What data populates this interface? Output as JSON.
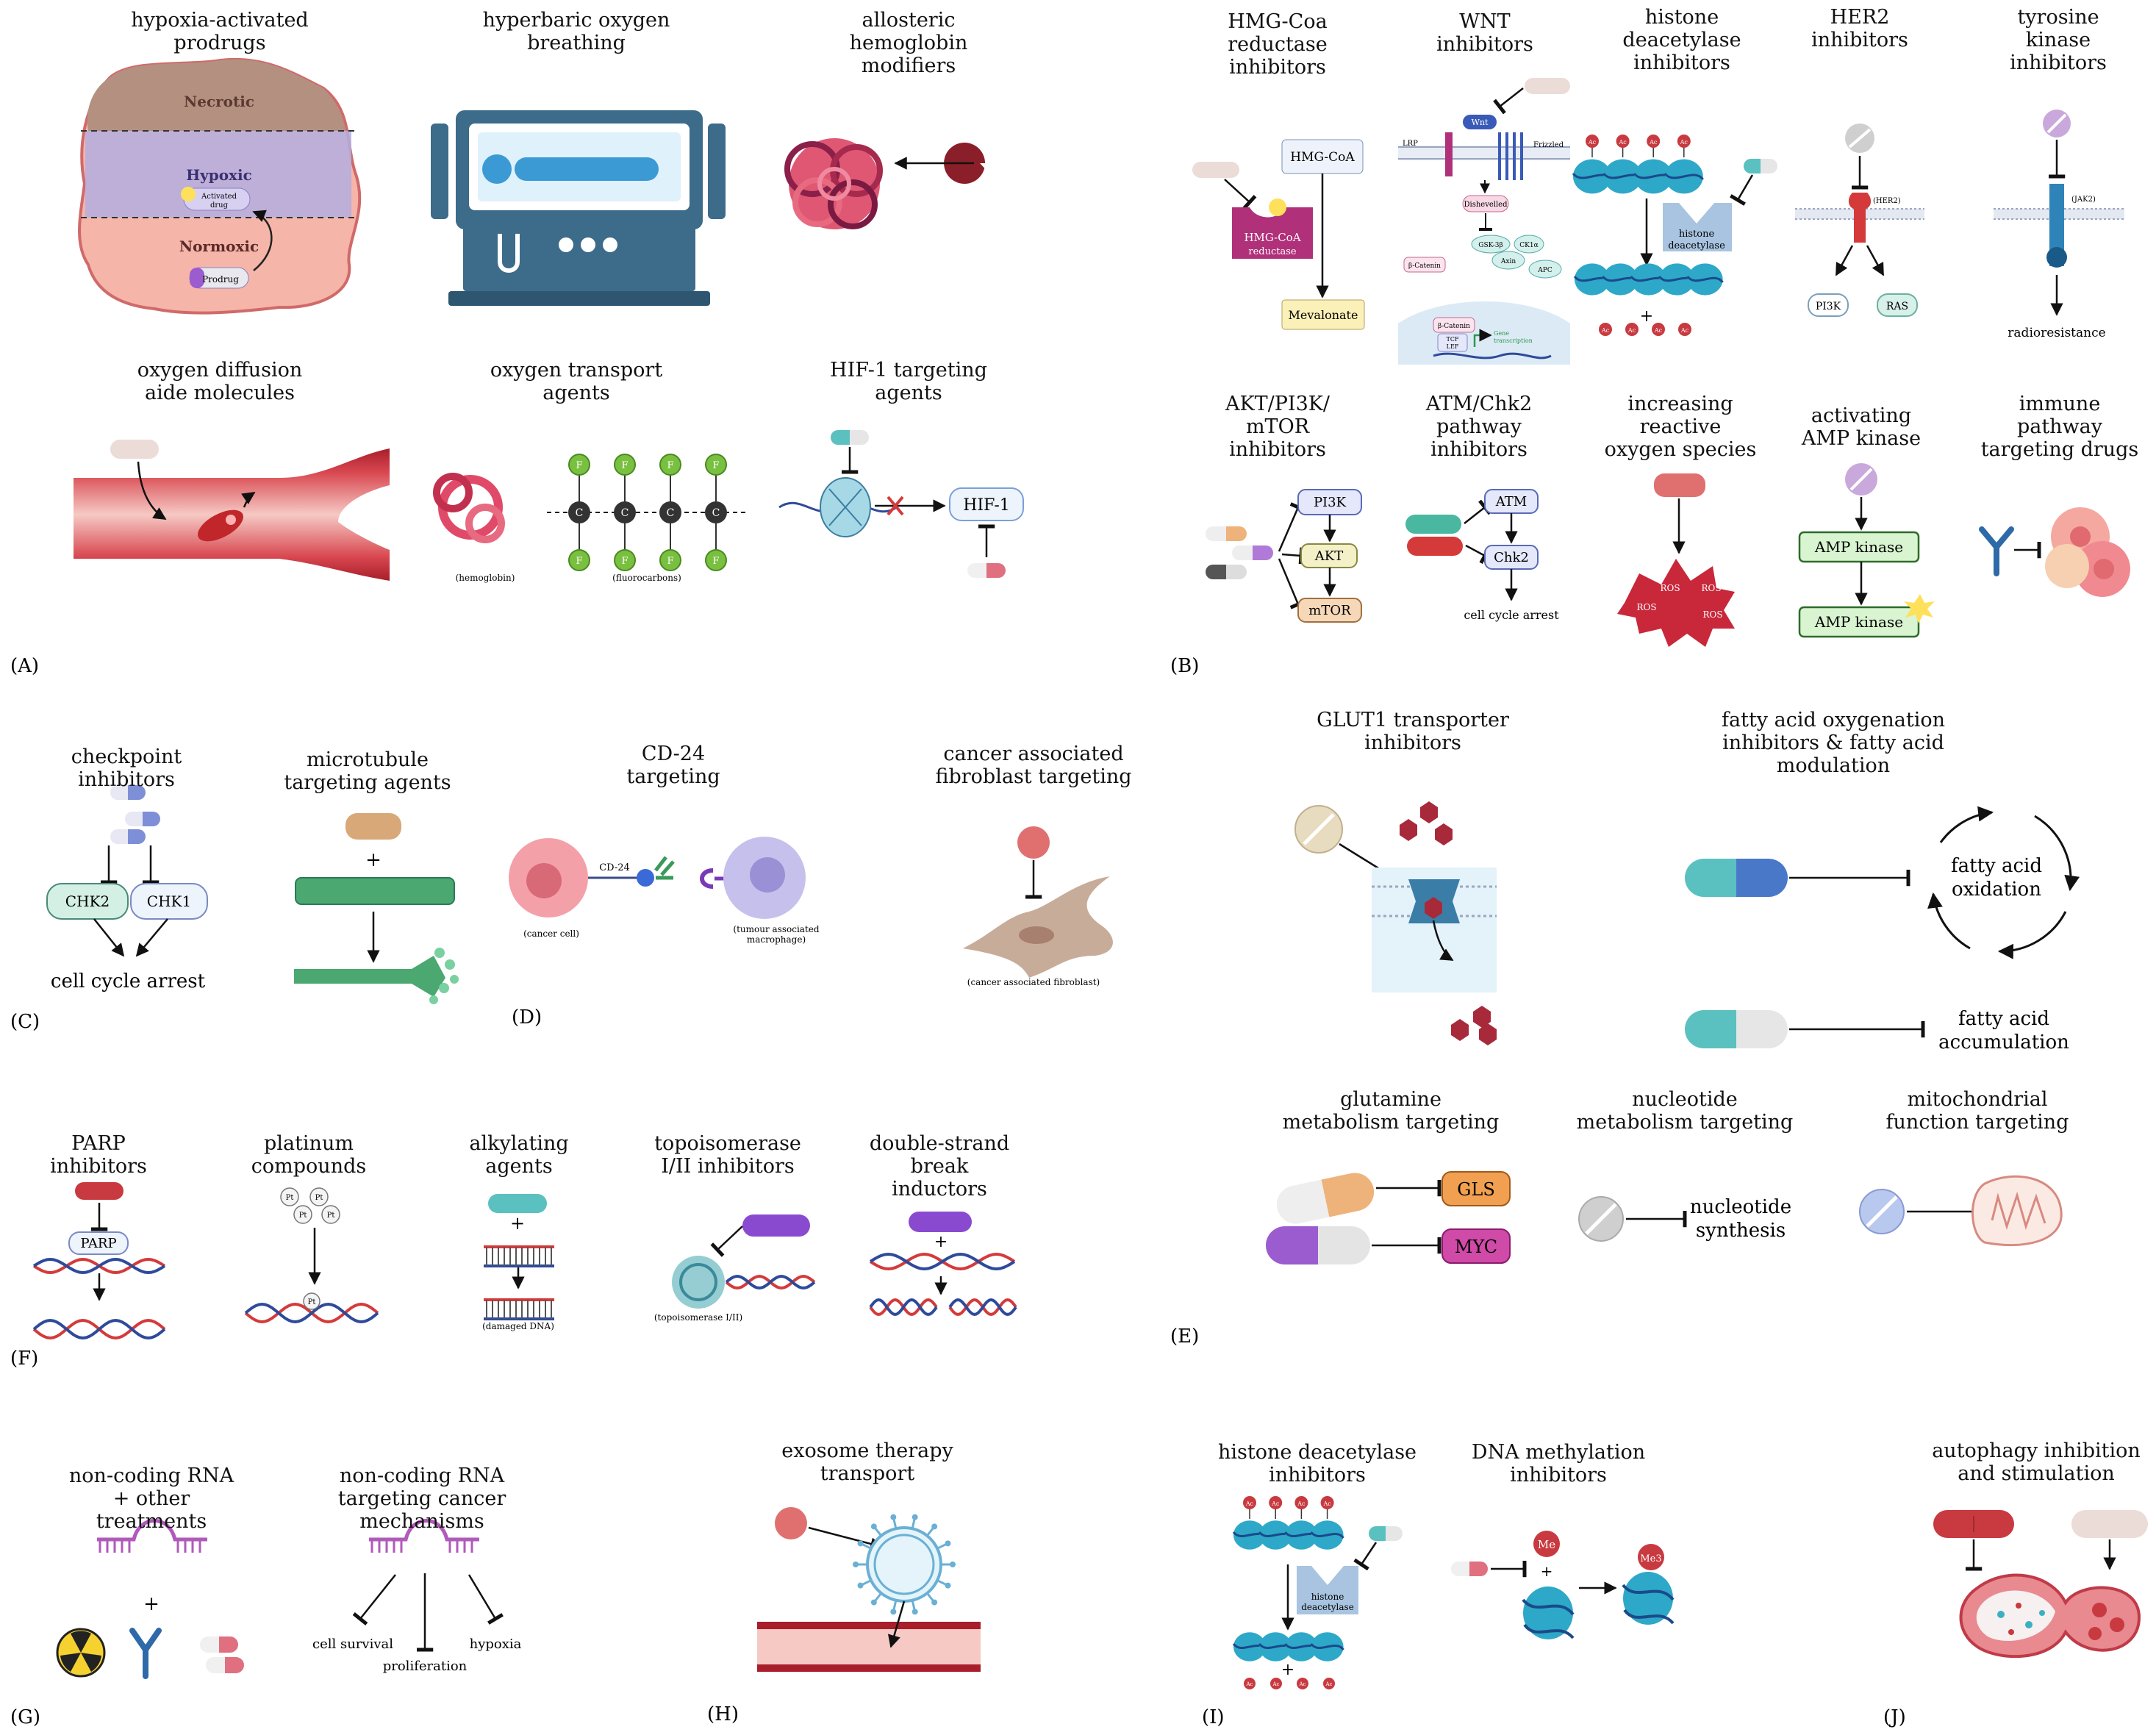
{
  "panels": {
    "A": "(A)",
    "B": "(B)",
    "C": "(C)",
    "D": "(D)",
    "E": "(E)",
    "F": "(F)",
    "G": "(G)",
    "H": "(H)",
    "I": "(I)",
    "J": "(J)"
  },
  "A": {
    "hypoxia_prodrugs": {
      "title": [
        "hypoxia-activated",
        "prodrugs"
      ],
      "necrotic": "Necrotic",
      "hypoxic": "Hypoxic",
      "normoxic": "Normoxic",
      "activated": [
        "Activated",
        "drug"
      ],
      "prodrug": "Prodrug"
    },
    "hyperbaric": {
      "title": [
        "hyperbaric oxygen",
        "breathing"
      ]
    },
    "allosteric": {
      "title": [
        "allosteric",
        "hemoglobin",
        "modifiers"
      ]
    },
    "diffusion": {
      "title": [
        "oxygen diffusion",
        "aide molecules"
      ]
    },
    "transport": {
      "title": [
        "oxygen transport",
        "agents"
      ],
      "hemoglobin": "(hemoglobin)",
      "fluorocarbons": "(fluorocarbons)",
      "atom_f": "F",
      "atom_c": "C"
    },
    "hif": {
      "title": [
        "HIF-1 targeting",
        "agents"
      ],
      "label": "HIF-1"
    }
  },
  "B": {
    "hmg": {
      "title": [
        "HMG-Coa",
        "reductase",
        "inhibitors"
      ],
      "substrate": "HMG-CoA",
      "enzyme": [
        "HMG-CoA",
        "reductase"
      ],
      "product": "Mevalonate"
    },
    "wnt": {
      "title": [
        "WNT",
        "inhibitors"
      ],
      "lrp": "LRP",
      "wnt": "Wnt",
      "frizzled": "Frizzled",
      "dishevelled": "Dishevelled",
      "gsk": "GSK-3β",
      "ck1": "CK1α",
      "axin": "Axin",
      "apc": "APC",
      "bcat1": "β-Catenin",
      "bcat2": "β-Catenin",
      "tcf": [
        "TCF",
        "LEF"
      ],
      "gene": [
        "Gene",
        "transcription"
      ]
    },
    "hdac": {
      "title": [
        "histone",
        "deacetylase",
        "inhibitors"
      ],
      "enzyme": [
        "histone",
        "deacetylase"
      ],
      "ac": "Ac",
      "plus": "+"
    },
    "her2": {
      "title": [
        "HER2",
        "inhibitors"
      ],
      "receptor": "(HER2)",
      "pi3k": "PI3K",
      "ras": "RAS"
    },
    "tki": {
      "title": [
        "tyrosine",
        "kinase",
        "inhibitors"
      ],
      "receptor": "(JAK2)",
      "outcome": "radioresistance"
    },
    "akt": {
      "title": [
        "AKT/PI3K/",
        "mTOR",
        "inhibitors"
      ],
      "pi3k": "PI3K",
      "akt": "AKT",
      "mtor": "mTOR"
    },
    "atm": {
      "title": [
        "ATM/Chk2",
        "pathway",
        "inhibitors"
      ],
      "atm": "ATM",
      "chk2": "Chk2",
      "outcome": "cell cycle arrest"
    },
    "ros": {
      "title": [
        "increasing",
        "reactive",
        "oxygen species"
      ],
      "label": "ROS"
    },
    "ampk": {
      "title": [
        "activating",
        "AMP kinase"
      ],
      "box1": "AMP kinase",
      "box2": "AMP kinase"
    },
    "immune": {
      "title": [
        "immune",
        "pathway",
        "targeting drugs"
      ]
    }
  },
  "C": {
    "title": [
      "checkpoint",
      "inhibitors"
    ],
    "chk2": "CHK2",
    "chk1": "CHK1",
    "outcome": "cell cycle arrest"
  },
  "D": {
    "micro": {
      "title": [
        "microtubule",
        "targeting agents"
      ],
      "plus": "+"
    },
    "cd24": {
      "title": [
        "CD-24",
        "targeting"
      ],
      "label": "CD-24",
      "cancer": "(cancer cell)",
      "macro": [
        "(tumour associated",
        "macrophage)"
      ]
    },
    "caf": {
      "title": [
        "cancer associated",
        "fibroblast targeting"
      ],
      "label": "(cancer associated fibroblast)"
    }
  },
  "E": {
    "glut": {
      "title": [
        "GLUT1 transporter",
        "inhibitors"
      ]
    },
    "fatty": {
      "title": [
        "fatty acid oxygenation",
        "inhibitors & fatty acid",
        "modulation"
      ],
      "cycle": [
        "fatty acid",
        "oxidation"
      ],
      "accum": [
        "fatty acid",
        "accumulation"
      ]
    },
    "glutamine": {
      "title": [
        "glutamine",
        "metabolism targeting"
      ],
      "gls": "GLS",
      "myc": "MYC"
    },
    "nucleotide": {
      "title": [
        "nucleotide",
        "metabolism targeting"
      ],
      "synth": [
        "nucleotide",
        "synthesis"
      ]
    },
    "mito": {
      "title": [
        "mitochondrial",
        "function targeting"
      ]
    }
  },
  "F": {
    "parp": {
      "title": [
        "PARP",
        "inhibitors"
      ],
      "label": "PARP"
    },
    "platinum": {
      "title": [
        "platinum",
        "compounds"
      ],
      "pt": "Pt"
    },
    "alkyl": {
      "title": [
        "alkylating",
        "agents"
      ],
      "plus": "+",
      "damaged": "(damaged DNA)"
    },
    "topo": {
      "title": [
        "topoisomerase",
        "I/II inhibitors"
      ],
      "label": "(topoisomerase I/II)"
    },
    "dsb": {
      "title": [
        "double-strand",
        "break",
        "inductors"
      ],
      "plus": "+"
    }
  },
  "G": {
    "ncrna1": {
      "title": [
        "non-coding RNA",
        "+ other",
        "treatments"
      ],
      "plus": "+"
    },
    "ncrna2": {
      "title": [
        "non-coding RNA",
        "targeting cancer",
        "mechanisms"
      ],
      "survival": "cell survival",
      "prolif": "proliferation",
      "hypoxia": "hypoxia"
    }
  },
  "H": {
    "title": [
      "exosome therapy",
      "transport"
    ]
  },
  "I": {
    "hdac": {
      "title": [
        "histone deacetylase",
        "inhibitors"
      ],
      "enzyme": [
        "histone",
        "deacetylase"
      ],
      "ac": "Ac",
      "plus": "+"
    },
    "dnmt": {
      "title": [
        "DNA methylation",
        "inhibitors"
      ],
      "me": "Me",
      "me3": "Me3",
      "plus": "+"
    }
  },
  "J": {
    "title": [
      "autophagy inhibition",
      "and stimulation"
    ]
  }
}
